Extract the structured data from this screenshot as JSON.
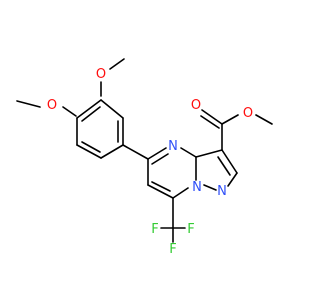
{
  "molecule": {
    "atom_labels": {
      "o_meta": "O",
      "o_para": "O",
      "o_carbonyl": "O",
      "o_ester": "O",
      "n_pyrimidine": "N",
      "n_bridgehead": "N",
      "n_pyrazole": "N",
      "f_left": "F",
      "f_right": "F",
      "f_bottom": "F"
    },
    "colors": {
      "oxygen": "#ff0d0d",
      "nitrogen": "#3050f8",
      "fluorine": "#33cc33",
      "bond": "#000000",
      "background": "#ffffff"
    }
  }
}
